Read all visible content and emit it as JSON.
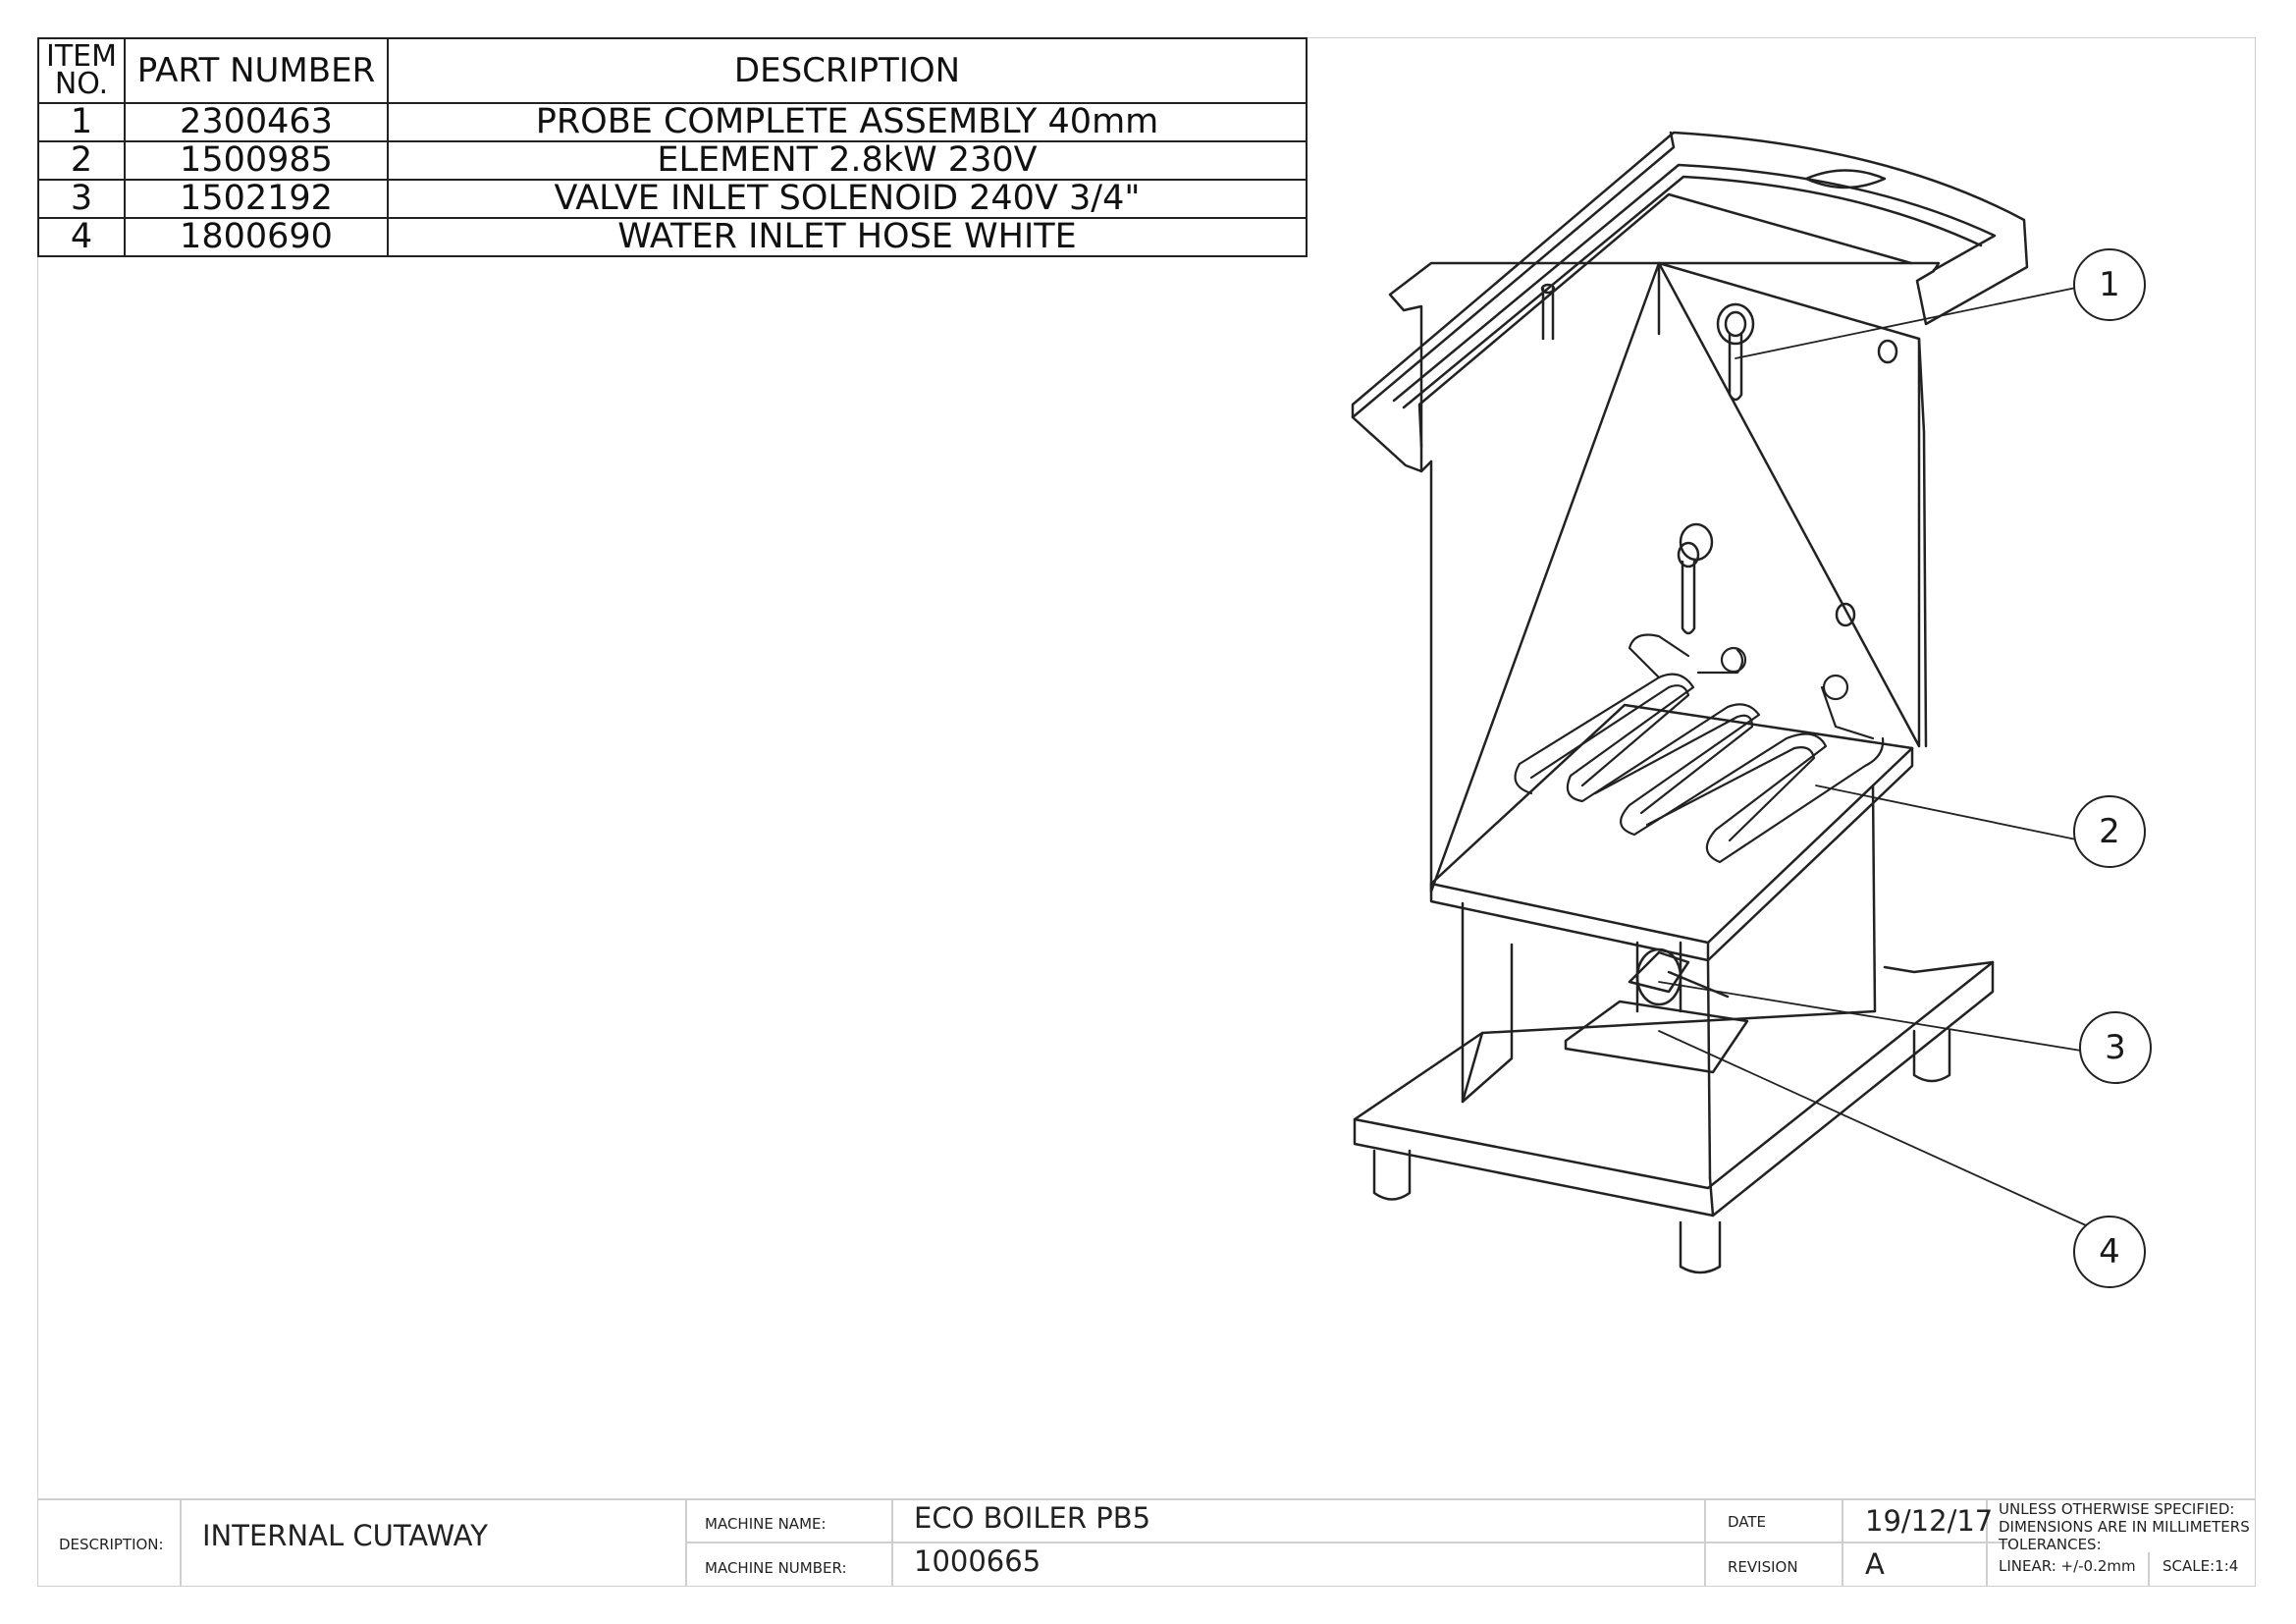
{
  "bom": {
    "headers": {
      "item": "ITEM NO.",
      "item_line1": "ITEM",
      "item_line2": "NO.",
      "part_number": "PART NUMBER",
      "description": "DESCRIPTION"
    },
    "rows": [
      {
        "item": "1",
        "part_number": "2300463",
        "description": "PROBE COMPLETE ASSEMBLY 40mm"
      },
      {
        "item": "2",
        "part_number": "1500985",
        "description": "ELEMENT 2.8kW 230V"
      },
      {
        "item": "3",
        "part_number": "1502192",
        "description": "VALVE INLET SOLENOID 240V 3/4\""
      },
      {
        "item": "4",
        "part_number": "1800690",
        "description": "WATER INLET HOSE WHITE"
      }
    ]
  },
  "balloons": [
    "1",
    "2",
    "3",
    "4"
  ],
  "title_block": {
    "description_label": "DESCRIPTION:",
    "description_value": "INTERNAL CUTAWAY",
    "machine_name_label": "MACHINE NAME:",
    "machine_name_value": "ECO BOILER PB5",
    "machine_number_label": "MACHINE NUMBER:",
    "machine_number_value": "1000665",
    "date_label": "DATE",
    "date_value": "19/12/17",
    "revision_label": "REVISION",
    "revision_value": "A",
    "notes_line1": "UNLESS OTHERWISE SPECIFIED:",
    "notes_line2": "DIMENSIONS ARE IN MILLIMETERS",
    "notes_line3": "TOLERANCES:",
    "tolerance_linear": "LINEAR: +/-0.2mm",
    "scale": "SCALE:1:4"
  }
}
